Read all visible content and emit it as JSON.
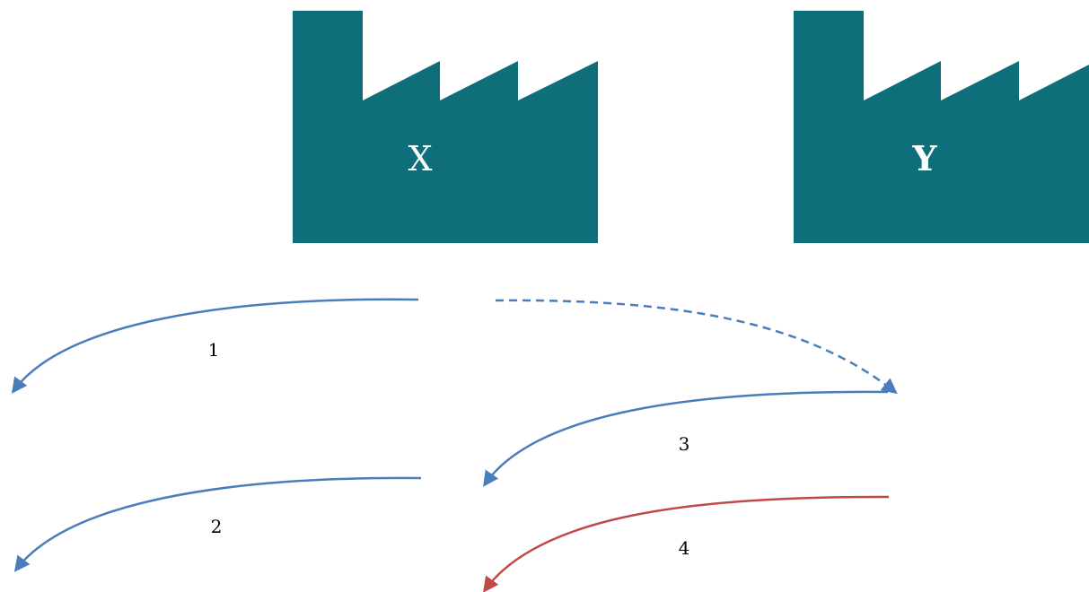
{
  "factories": [
    {
      "label": "X",
      "color": "#0e6e7a"
    },
    {
      "label": "Y",
      "color": "#0e6e7a"
    }
  ],
  "arrows": [
    {
      "label": "1",
      "color": "#4a7ebb",
      "style": "solid"
    },
    {
      "label": "2",
      "color": "#4a7ebb",
      "style": "solid"
    },
    {
      "label": "3",
      "color": "#4a7ebb",
      "style": "solid"
    },
    {
      "label": "4",
      "color": "#be4b48",
      "style": "solid"
    },
    {
      "label": "",
      "color": "#4a7ebb",
      "style": "dashed"
    }
  ]
}
